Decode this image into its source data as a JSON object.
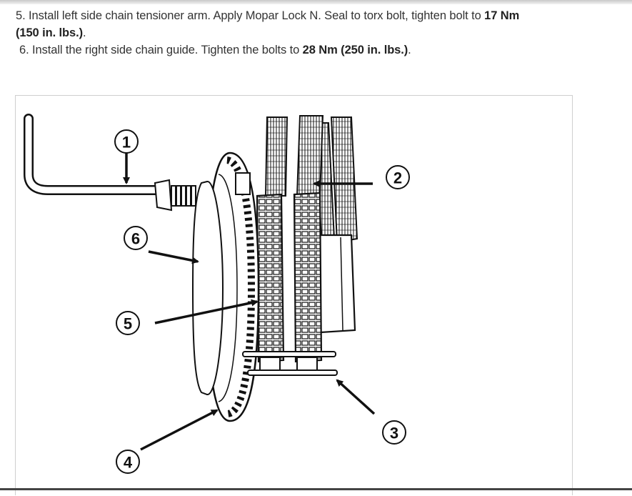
{
  "instructions": [
    {
      "prefix": "5. Install left side chain tensioner arm. Apply Mopar Lock N. Seal to torx bolt, tighten bolt to ",
      "torque": "17 Nm",
      "torque_sub": "(150 in. lbs.)",
      "suffix": "."
    },
    {
      "prefix": "6. Install the right side chain guide. Tighten the bolts to ",
      "torque": "28 Nm (250 in. lbs.)",
      "suffix": "."
    }
  ],
  "callouts": [
    {
      "label": "1"
    },
    {
      "label": "2"
    },
    {
      "label": "3"
    },
    {
      "label": "4"
    },
    {
      "label": "5"
    },
    {
      "label": "6"
    }
  ]
}
